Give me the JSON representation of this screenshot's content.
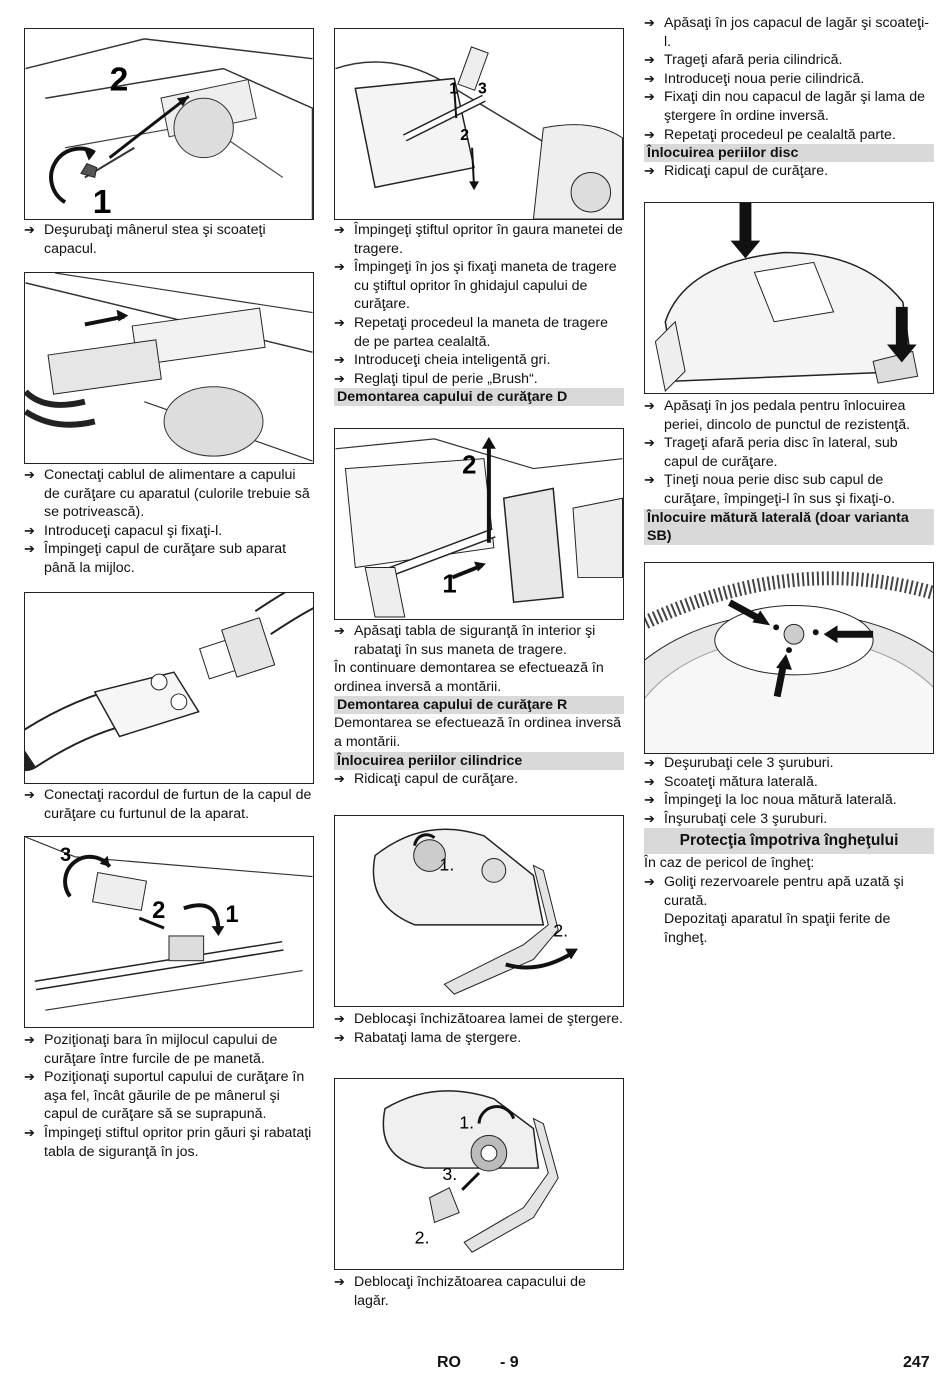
{
  "col1": {
    "fig1_numbers": [
      "2",
      "1"
    ],
    "steps_a": [
      "Deşurubaţi mânerul stea şi scoateţi capacul."
    ],
    "steps_b": [
      "Conectaţi cablul de alimentare a capului de curăţare cu aparatul (culorile trebuie să se potrivească).",
      "Introduceţi capacul şi  fixaţi-l.",
      "Împingeţi capul de curăţare sub aparat până la mijloc."
    ],
    "steps_c": [
      "Conectaţi racordul de furtun de la capul de curăţare cu furtunul de la aparat."
    ],
    "fig4_numbers": [
      "3",
      "2",
      "1"
    ],
    "steps_d": [
      "Poziţionaţi bara în mijlocul capului de curăţare între furcile de pe manetă.",
      "Poziţionaţi suportul capului de curăţare în aşa fel, încât găurile de pe mânerul şi capul de curăţare să se suprapună.",
      "Împingeţi stiftul opritor prin găuri şi rabataţi tabla de siguranţă în jos."
    ]
  },
  "col2": {
    "fig1_numbers": [
      "1",
      "3",
      "2"
    ],
    "steps_a": [
      "Împingeţi ştiftul opritor în gaura manetei de tragere.",
      "Împingeţi în jos şi fixaţi maneta de tragere cu ştiftul opritor în ghidajul capului de curăţare.",
      "Repetaţi procedeul la maneta de tragere de pe partea cealaltă.",
      "Introduceţi cheia inteligentă gri.",
      "Reglaţi tipul de perie „Brush“."
    ],
    "heading_d": "Demontarea capului de curăţare D",
    "fig2_numbers": [
      "2",
      "1"
    ],
    "steps_b": [
      "Apăsaţi tabla de siguranţă în interior şi rabataţi în sus maneta de tragere."
    ],
    "para_b": "În continuare demontarea se efectuează în ordinea inversă a montării.",
    "heading_r": "Demontarea capului de curăţare R",
    "para_r": "Demontarea se efectuează în ordinea inversă a montării.",
    "heading_cyl": "Înlocuirea periilor cilindrice",
    "steps_cyl": [
      "Ridicaţi capul de curăţare."
    ],
    "fig3_numbers": [
      "1.",
      "2."
    ],
    "steps_c": [
      "Deblocaşi închizătoarea lamei de ştergere.",
      "Rabataţi lama de ştergere."
    ],
    "fig4_numbers": [
      "1.",
      "3.",
      "2."
    ],
    "steps_d": [
      "Deblocaţi închizătoarea capacului de lagăr."
    ]
  },
  "col3": {
    "steps_top": [
      "Apăsaţi în jos capacul de lagăr şi scoateţi-l.",
      "Trageţi afară peria cilindrică.",
      "Introduceţi noua perie cilindrică.",
      "Fixaţi din nou capacul de lagăr şi lama de ştergere în ordine inversă.",
      "Repetaţi procedeul pe cealaltă parte."
    ],
    "heading_disc": "Înlocuirea periilor disc",
    "steps_disc": [
      "Ridicaţi capul de curăţare."
    ],
    "steps_b": [
      "Apăsaţi în jos pedala pentru înlocuirea periei, dincolo de punctul de rezistenţă.",
      "Trageţi afară peria disc în lateral, sub capul de curăţare.",
      "Ţineţi noua perie disc sub capul de curăţare, împingeţi-l în sus şi fixaţi-o."
    ],
    "heading_side": "Înlocuire mătură laterală (doar varianta SB)",
    "steps_side": [
      "Deşurubaţi cele 3 şuruburi.",
      "Scoateţi mătura laterală.",
      "Împingeţi la loc noua mătură laterală.",
      "Înşurubaţi cele 3 şuruburi."
    ],
    "heading_frost": "Protecţia împotriva îngheţului",
    "para_frost": "În caz de pericol de îngheţ:",
    "steps_frost": [
      "Goliţi rezervoarele pentru apă uzată şi curată."
    ],
    "indent_frost": "Depozitaţi aparatul în spaţii ferite de îngheţ."
  },
  "footer": {
    "lang": "RO",
    "section": "- 9",
    "page": "247"
  },
  "arrow_glyph": "➔"
}
